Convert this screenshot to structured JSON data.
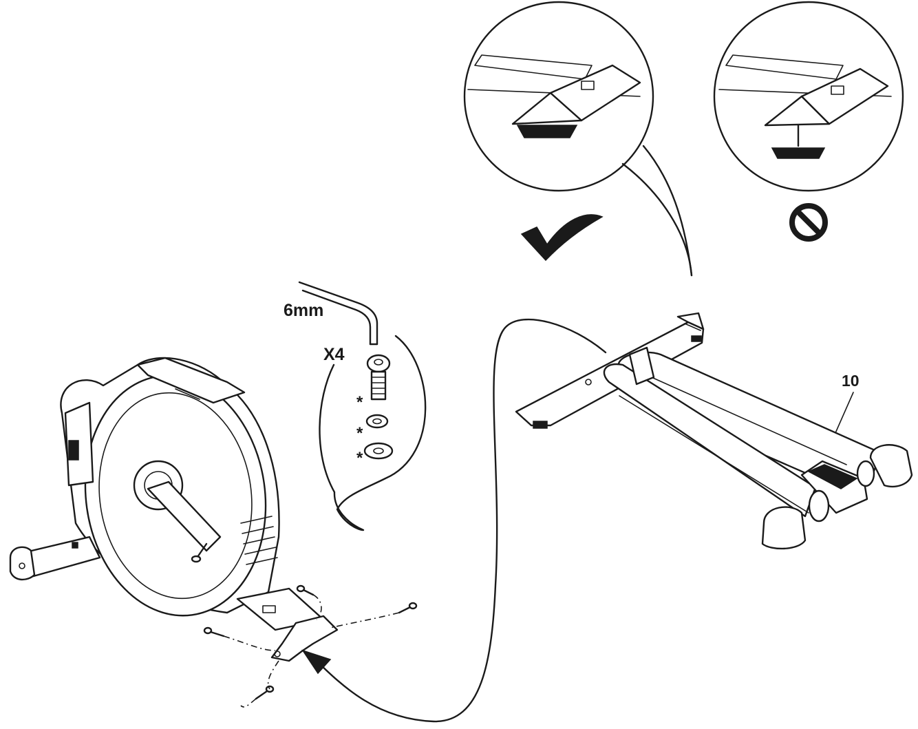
{
  "labels": {
    "tool_size": "6mm",
    "quantity": "X4",
    "part_number": "10",
    "washer_marks": [
      "*",
      "*",
      "*"
    ]
  },
  "icons": {
    "correct": "checkmark-icon",
    "incorrect": "prohibited-icon"
  },
  "colors": {
    "ink": "#1a1a1a",
    "paper": "#ffffff"
  }
}
